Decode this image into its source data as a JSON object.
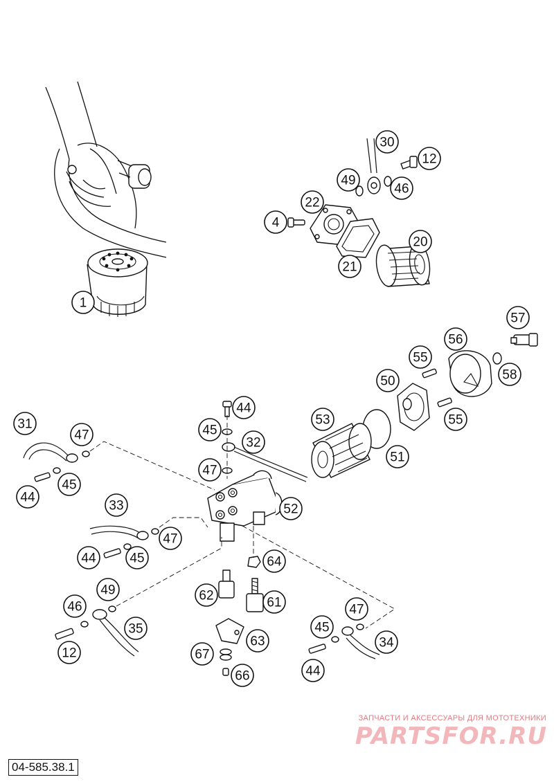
{
  "diagram": {
    "reference_code": "04-585.38.1",
    "watermark": {
      "tagline": "ЗАПЧАСТИ И АКСЕССУАРЫ ДЛЯ МОТОТЕХНИКИ",
      "brand": "PARTSFOR.RU"
    },
    "callouts": {
      "c1": "1",
      "c30": "30",
      "c12a": "12",
      "c49a": "49",
      "c46a": "46",
      "c22": "22",
      "c4": "4",
      "c20": "20",
      "c21": "21",
      "c57": "57",
      "c56": "56",
      "c55a": "55",
      "c58": "58",
      "c50": "50",
      "c55b": "55",
      "c53": "53",
      "c51": "51",
      "c44a": "44",
      "c45a": "45",
      "c32": "32",
      "c31": "31",
      "c47a": "47",
      "c44b": "44",
      "c45b": "45",
      "c47b": "47",
      "c52": "52",
      "c33": "33",
      "c47c": "47",
      "c44c": "44",
      "c45c": "45",
      "c64": "64",
      "c49b": "49",
      "c46b": "46",
      "c62": "62",
      "c61": "61",
      "c35": "35",
      "c12b": "12",
      "c47d": "47",
      "c45d": "45",
      "c63": "63",
      "c34": "34",
      "c67": "67",
      "c44d": "44",
      "c66": "66"
    }
  }
}
